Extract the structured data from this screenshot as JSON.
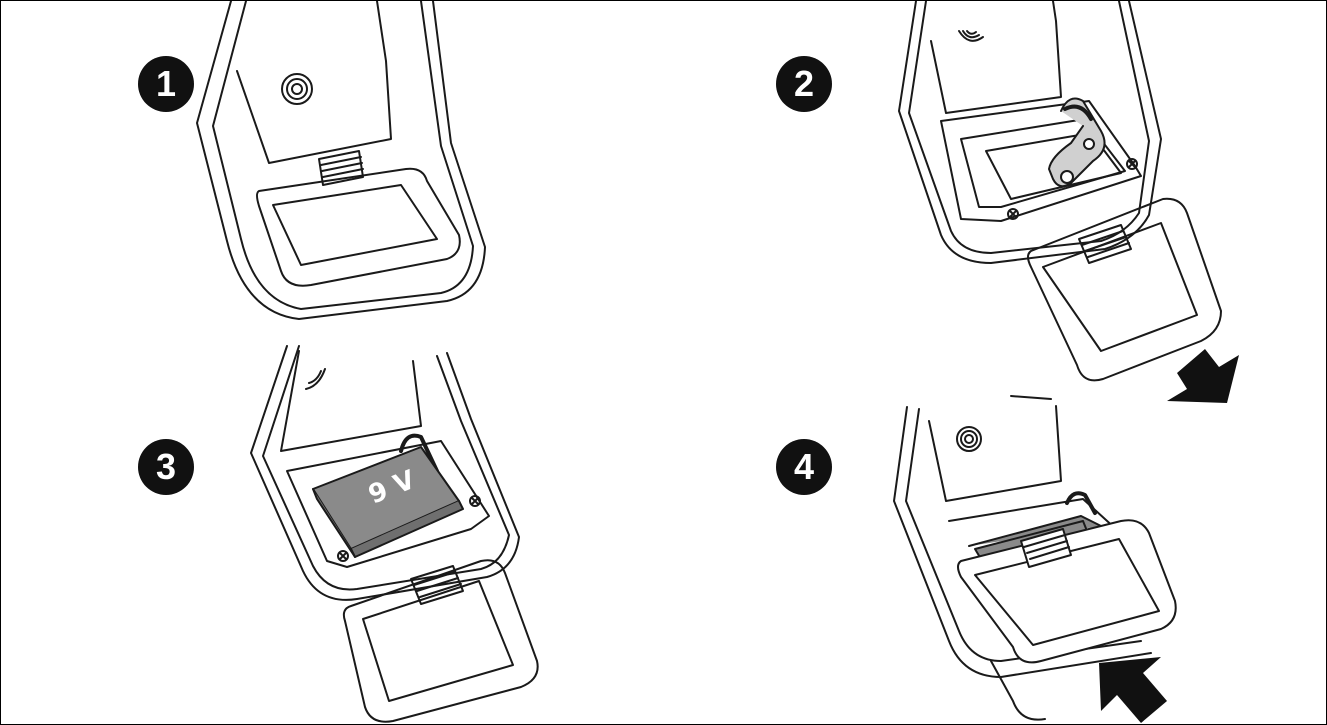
{
  "steps": [
    {
      "number": "1"
    },
    {
      "number": "2"
    },
    {
      "number": "3"
    },
    {
      "number": "4"
    }
  ],
  "battery": {
    "label": "9 V"
  },
  "colors": {
    "line": "#1a1a1a",
    "badge": "#111111",
    "battery_fill": "#8a8a8a",
    "arrow": "#111111"
  },
  "icons": {
    "remove_arrow": "arrow-down-right-icon",
    "insert_arrow": "arrow-up-left-icon"
  }
}
